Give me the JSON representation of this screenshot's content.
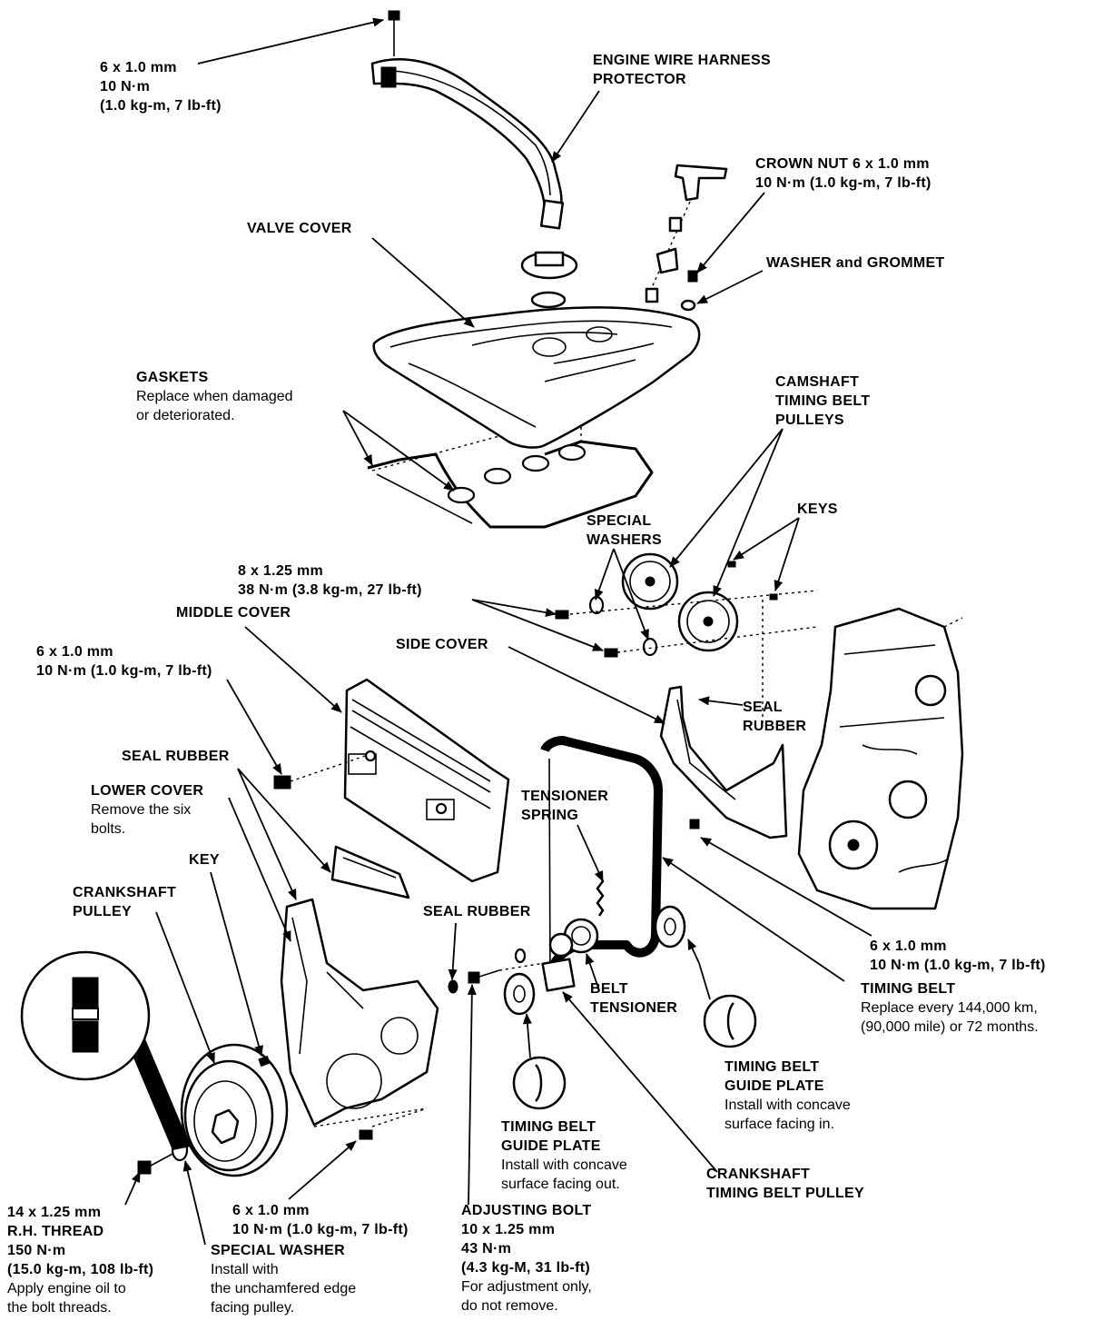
{
  "labels": {
    "bolt_top_size": "6 x 1.0 mm",
    "bolt_top_torque": "10 N·m",
    "bolt_top_torque_alt": "(1.0 kg-m, 7 lb-ft)",
    "harness_protector_1": "ENGINE WIRE HARNESS",
    "harness_protector_2": "PROTECTOR",
    "crown_nut_1": "CROWN NUT 6 x 1.0 mm",
    "crown_nut_2": "10 N·m (1.0 kg-m, 7 lb-ft)",
    "valve_cover": "VALVE COVER",
    "washer_grommet": "WASHER and GROMMET",
    "gaskets_title": "GASKETS",
    "gaskets_note_1": "Replace when damaged",
    "gaskets_note_2": "or deteriorated.",
    "cam_pulleys_1": "CAMSHAFT",
    "cam_pulleys_2": "TIMING BELT",
    "cam_pulleys_3": "PULLEYS",
    "keys": "KEYS",
    "special_washers_1": "SPECIAL",
    "special_washers_2": "WASHERS",
    "cam_bolt_size": "8 x 1.25 mm",
    "cam_bolt_torque": "38 N·m (3.8 kg-m, 27 lb-ft)",
    "middle_cover": "MIDDLE COVER",
    "side_cover": "SIDE COVER",
    "left_bolt_size": "6 x 1.0 mm",
    "left_bolt_torque": "10 N·m (1.0 kg-m, 7 lb-ft)",
    "seal_rubber_right_1": "SEAL",
    "seal_rubber_right_2": "RUBBER",
    "seal_rubber_left": "SEAL RUBBER",
    "lower_cover_title": "LOWER COVER",
    "lower_cover_note_1": "Remove the six",
    "lower_cover_note_2": "bolts.",
    "tensioner_spring_1": "TENSIONER",
    "tensioner_spring_2": "SPRING",
    "key": "KEY",
    "crank_pulley_1": "CRANKSHAFT",
    "crank_pulley_2": "PULLEY",
    "seal_rubber_mid": "SEAL RUBBER",
    "right_bolt_size": "6 x 1.0 mm",
    "right_bolt_torque": "10 N·m (1.0 kg-m, 7 lb-ft)",
    "belt_tensioner_1": "BELT",
    "belt_tensioner_2": "TENSIONER",
    "timing_belt_title": "TIMING BELT",
    "timing_belt_note_1": "Replace every 144,000 km,",
    "timing_belt_note_2": "(90,000 mile) or 72 months.",
    "guide_plate_right_1": "TIMING BELT",
    "guide_plate_right_2": "GUIDE PLATE",
    "guide_plate_right_note_1": "Install with concave",
    "guide_plate_right_note_2": "surface facing in.",
    "guide_plate_left_1": "TIMING BELT",
    "guide_plate_left_2": "GUIDE PLATE",
    "guide_plate_left_note_1": "Install with concave",
    "guide_plate_left_note_2": "surface facing out.",
    "crank_tb_pulley_1": "CRANKSHAFT",
    "crank_tb_pulley_2": "TIMING BELT PULLEY",
    "crank_bolt_1": "14 x 1.25 mm",
    "crank_bolt_2": "R.H. THREAD",
    "crank_bolt_3": "150 N·m",
    "crank_bolt_4": "(15.0 kg-m, 108 lb-ft)",
    "crank_bolt_5": "Apply engine oil to",
    "crank_bolt_6": "the bolt threads.",
    "special_washer_title": "SPECIAL WASHER",
    "special_washer_note_1": "Install with",
    "special_washer_note_2": "the unchamfered edge",
    "special_washer_note_3": "facing pulley.",
    "bottom_bolt_size": "6 x 1.0 mm",
    "bottom_bolt_torque": "10 N·m (1.0 kg-m, 7 lb-ft)",
    "adjusting_bolt_title": "ADJUSTING BOLT",
    "adjusting_bolt_1": "10 x 1.25 mm",
    "adjusting_bolt_2": "43 N·m",
    "adjusting_bolt_3": "(4.3 kg-M, 31 lb-ft)",
    "adjusting_bolt_4": "For adjustment only,",
    "adjusting_bolt_5": "do not remove."
  }
}
